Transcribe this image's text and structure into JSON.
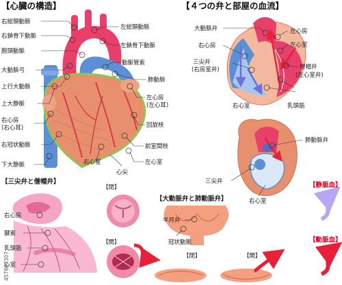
{
  "titles": {
    "heart_structure": "【心臓の構造】",
    "valves_flow": "【４つの弁と部屋の血流】",
    "tricuspid_mitral": "【三尖弁と僧帽弁】",
    "aortic_pulmonary": "【大動脈弁と肺動脈弁】"
  },
  "heart_labels": {
    "right_common_carotid": "右総頸動脈",
    "left_common_carotid": "左総頸動脈",
    "right_subclavian": "右鎖骨下動脈",
    "left_subclavian": "左鎖骨下動脈",
    "brachiocephalic": "腕頭動脈",
    "ductus": "動脈管索",
    "aortic_arch": "大動脈弓",
    "pulmonary_artery": "肺動脈",
    "ascending_aorta": "上行大動脈",
    "left_atrium": "左心房",
    "left_atrium_ear": "(左心耳)",
    "superior_vena_cava": "上大静脈",
    "right_atrium": "右心房",
    "right_atrium_ear": "(右心耳)",
    "circumflex": "回旋枝",
    "right_coronary": "右冠状動脈",
    "anterior_interventricular": "前室間枝",
    "inferior_vena_cava": "下大静脈",
    "right_ventricle": "右心室",
    "left_ventricle": "左心室",
    "apex": "心尖"
  },
  "flow_labels": {
    "aortic_valve": "大動脈弁",
    "left_atrium": "左心房",
    "right_atrium": "右心房",
    "left_ventricle": "左心室",
    "tricuspid": "三尖弁",
    "tricuspid_alt": "(右房室弁)",
    "mitral": "僧帽弁",
    "mitral_alt": "(左心室弁)",
    "right_ventricle": "右心室",
    "papillary": "乳頭筋"
  },
  "valve2_labels": {
    "pulmonary_valve": "肺動脈弁",
    "tricuspid": "三尖弁",
    "right_ventricle": "右心室"
  },
  "legend": {
    "venous": "【静脈血】",
    "arterial": "【動脈血】"
  },
  "tm_labels": {
    "right_atrium": "右心房",
    "chordae": "腱索",
    "papillary": "乳頭筋",
    "ventricle": "心室",
    "open": "【開】",
    "closed": "【閉】"
  },
  "ap_labels": {
    "semilunar": "半月弁",
    "coronary": "冠状動脈",
    "closed": "【閉】",
    "open": "【開】"
  },
  "watermark": "457867307",
  "colors": {
    "muscle": "#e88f6d",
    "artery": "#e8406a",
    "vein": "#5b8fd6",
    "outline_green": "#7fd04a",
    "title_red": "#d4002a",
    "valve_pink": "#f08aa8",
    "venous_purple": "#b8a6f2",
    "arterial_red": "#e8203a"
  }
}
